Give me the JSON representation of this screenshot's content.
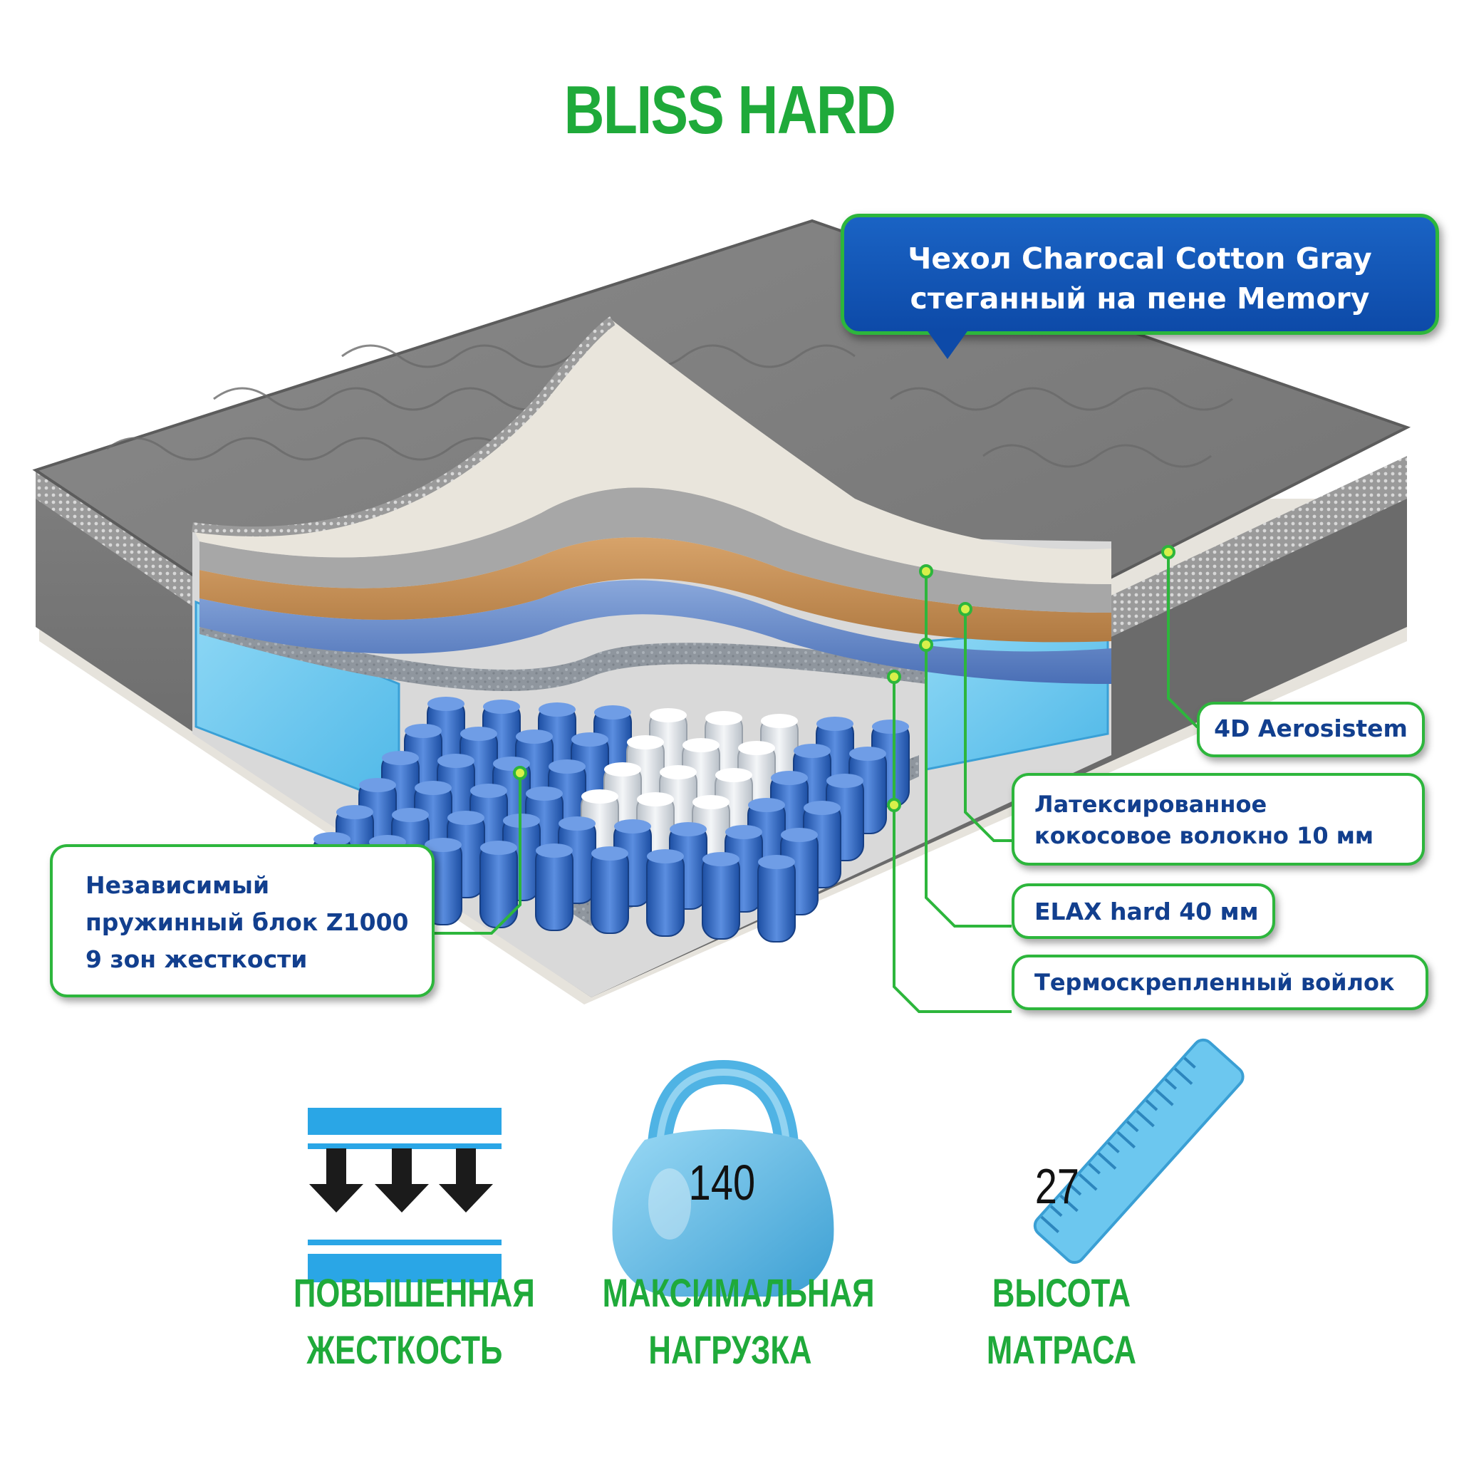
{
  "title": "BLISS HARD",
  "cover_callout": {
    "line1": "Чехол Charocal Cotton Gray",
    "line2": "стеганный на пене Memory"
  },
  "layers": {
    "aero": "4D Aerosistem",
    "coir_line1": "Латексированное",
    "coir_line2": "кокосовое волокно 10 мм",
    "elax": "ELAX hard 40 мм",
    "felt": "Термоскрепленный войлок",
    "springs_line1": "Независимый",
    "springs_line2": "пружинный блок Z1000",
    "springs_line3": "9 зон жесткости"
  },
  "features": {
    "firmness": {
      "line1": "ПОВЫШЕННАЯ",
      "line2": "ЖЕСТКОСТЬ",
      "icon": "firmness-arrows-icon"
    },
    "load": {
      "value": "140",
      "line1": "МАКСИМАЛЬНАЯ",
      "line2": "НАГРУЗКА",
      "icon": "kettlebell-icon"
    },
    "height": {
      "value": "27",
      "line1": "ВЫСОТА",
      "line2": "МАТРАСА",
      "icon": "ruler-icon"
    }
  },
  "colors": {
    "accent_green": "#2db63c",
    "text_blue": "#123f8e",
    "icon_blue": "#2aa6e6"
  }
}
